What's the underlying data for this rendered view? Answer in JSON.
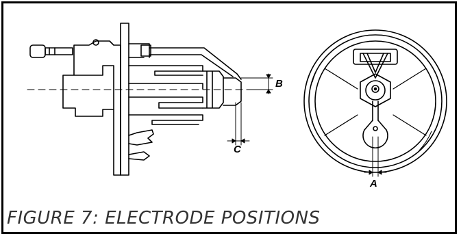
{
  "labels": {
    "a": "A",
    "b": "B",
    "c": "C"
  },
  "caption": "FIGURE 7: ELECTRODE POSITIONS"
}
